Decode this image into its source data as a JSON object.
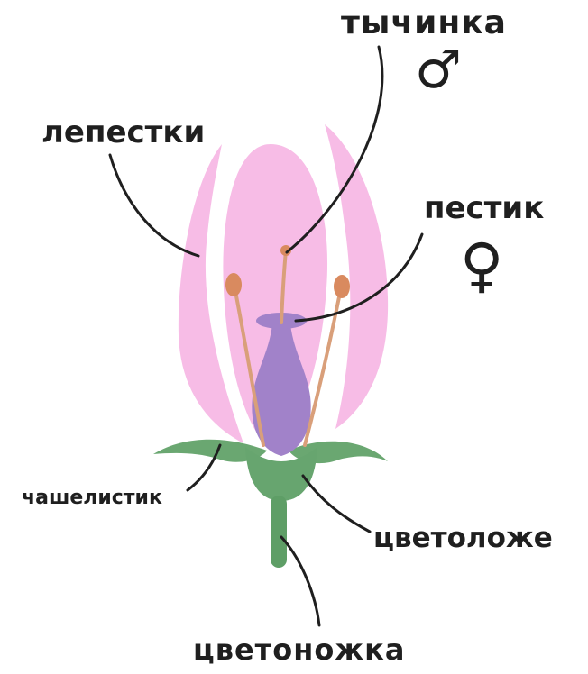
{
  "labels": {
    "stamen": "тычинка",
    "petals": "лепестки",
    "pistil": "пестик",
    "sepal": "чашелистик",
    "receptacle": "цветоложе",
    "pedicel": "цветоножка"
  },
  "symbols": {
    "male": "♂",
    "female": "♀"
  },
  "colors": {
    "petal": "#f7bce6",
    "pistil": "#a182c9",
    "stamen": "#d99f7a",
    "anther": "#d98a5f",
    "sepal": "#6aa771",
    "receptacle": "#67a56f",
    "pedicel": "#5e9e66",
    "leader_line": "#1f1f1f"
  }
}
